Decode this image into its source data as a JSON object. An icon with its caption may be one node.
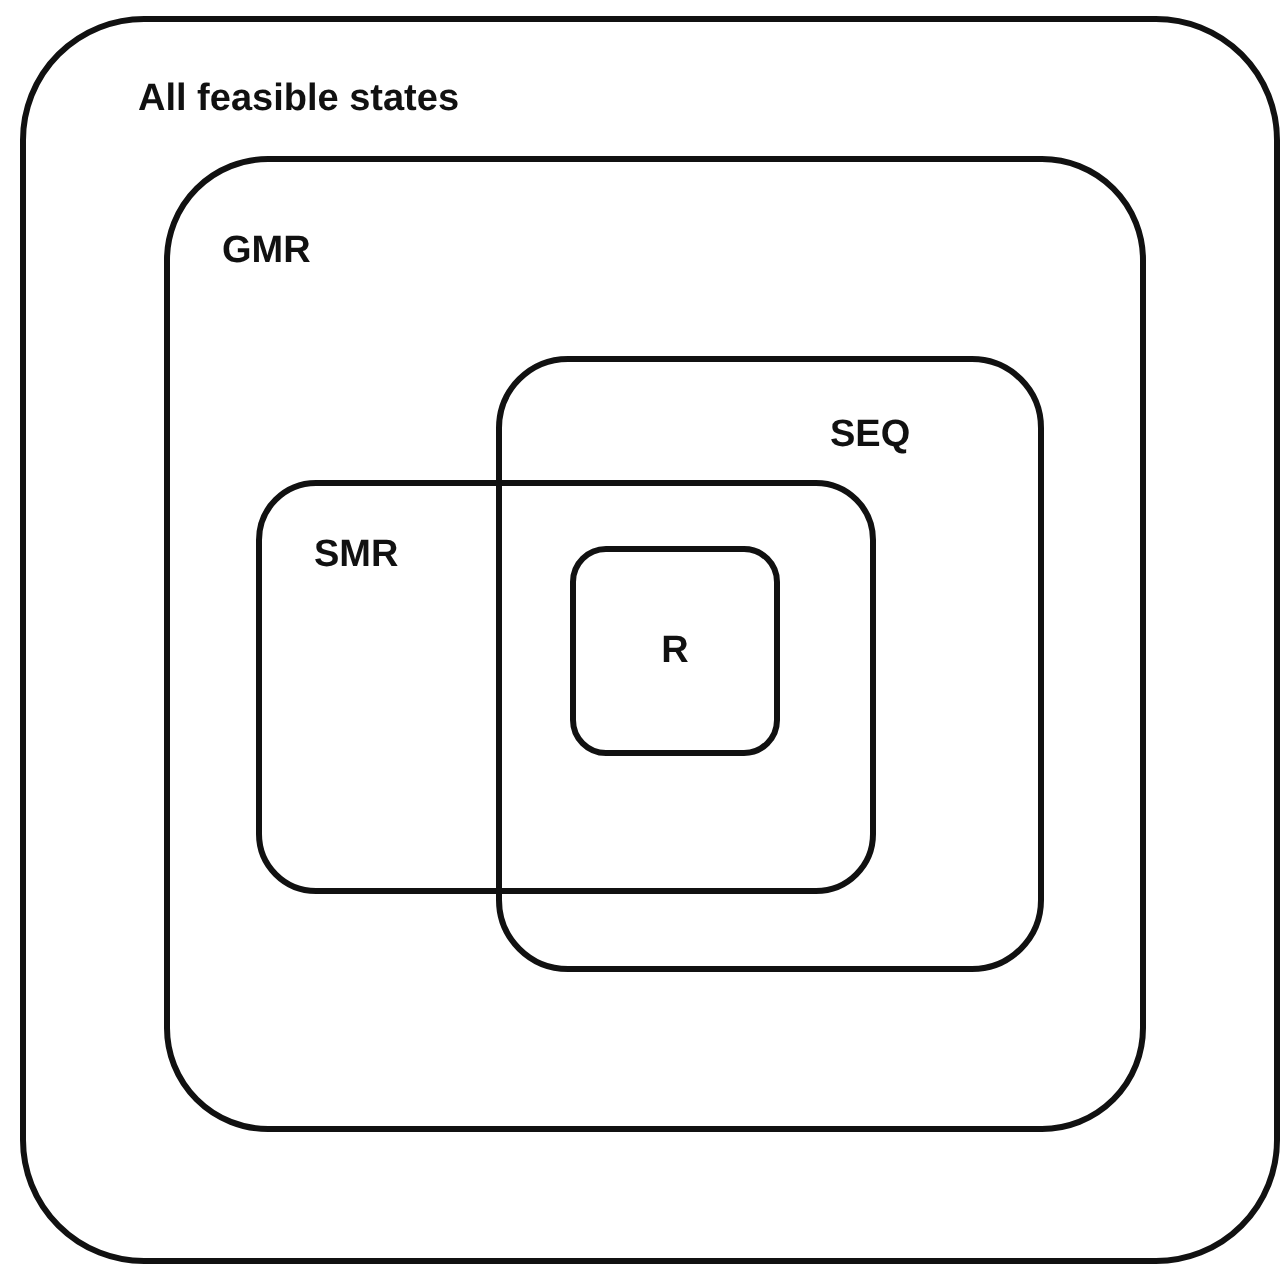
{
  "diagram": {
    "nodes": [
      {
        "text": [
          "All feasible states"
        ]
      },
      {
        "text": [
          "GMR"
        ],
        "in": 0
      },
      {
        "text": [
          "SEQ"
        ],
        "in": 1
      },
      {
        "text": [
          "SMR"
        ],
        "in": 1
      },
      {
        "text": [
          "R"
        ]
      }
    ]
  }
}
